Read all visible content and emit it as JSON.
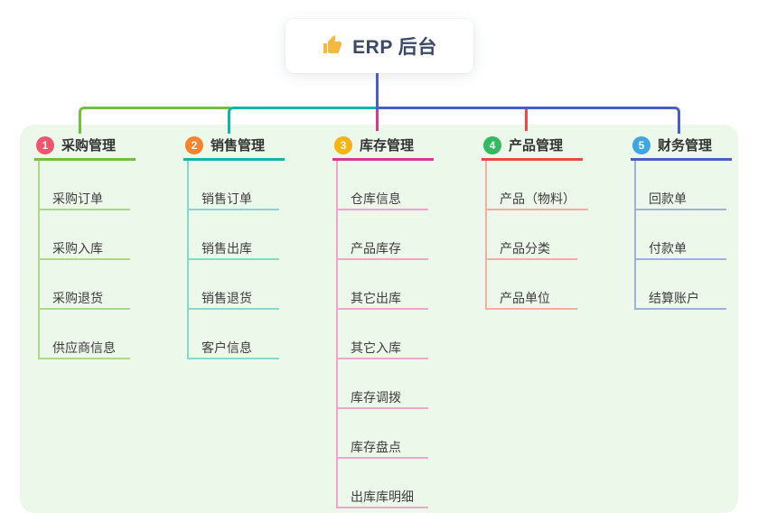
{
  "root": {
    "title": "ERP 后台",
    "icon": "thumbs-up-icon",
    "colors": {
      "icon": "#F5B940",
      "text": "#3A4A66",
      "line": "#4A5FC6",
      "box_bg": "#FFFFFF"
    }
  },
  "panel": {
    "bg": "#ECF8E9"
  },
  "text_colors": {
    "header": "#333333",
    "child": "#3E3E3E"
  },
  "branches": [
    {
      "num": "1",
      "label": "采购管理",
      "badge_color": "#F0556E",
      "line_color": "#77BD3F",
      "child_line_color": "#AFD78C",
      "children": [
        "采购订单",
        "采购入库",
        "采购退货",
        "供应商信息"
      ]
    },
    {
      "num": "2",
      "label": "销售管理",
      "badge_color": "#F5832F",
      "line_color": "#10B7A7",
      "child_line_color": "#84D9CD",
      "children": [
        "销售订单",
        "销售出库",
        "销售退货",
        "客户信息"
      ]
    },
    {
      "num": "3",
      "label": "库存管理",
      "badge_color": "#F8B211",
      "line_color": "#D8388F",
      "child_line_color": "#F2A3CE",
      "children": [
        "仓库信息",
        "产品库存",
        "其它出库",
        "其它入库",
        "库存调拨",
        "库存盘点",
        "出库库明细"
      ]
    },
    {
      "num": "4",
      "label": "产品管理",
      "badge_color": "#33B95F",
      "line_color": "#EF4745",
      "child_line_color": "#F8ACA6",
      "children": [
        "产品（物料）",
        "产品分类",
        "产品单位"
      ]
    },
    {
      "num": "5",
      "label": "财务管理",
      "badge_color": "#3FA6E0",
      "line_color": "#4A5FC6",
      "child_line_color": "#9FB0DF",
      "children": [
        "回款单",
        "付款单",
        "结算账户"
      ]
    }
  ]
}
